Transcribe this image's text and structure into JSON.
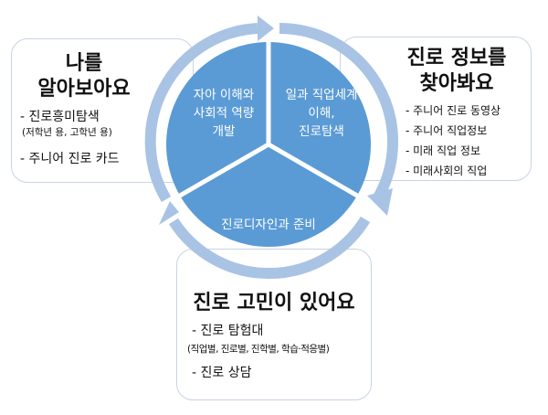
{
  "colors": {
    "disc": "#5b9bd5",
    "ring": "#a9c3e4",
    "box_border": "#c9d3e2"
  },
  "cycle": {
    "segments": [
      {
        "lines": [
          "자아 이해와",
          "사회적 역량",
          "개발"
        ]
      },
      {
        "lines": [
          "일과 직업세계",
          "이해,",
          "진로탐색"
        ]
      },
      {
        "lines": [
          "진로디자인과 준비"
        ]
      }
    ]
  },
  "left_box": {
    "title_lines": [
      "나를",
      "알아보아요"
    ],
    "items": [
      "-   진로흥미탐색",
      "(저학년 용, 고학년 용)",
      "-   주니어 진로 카드"
    ]
  },
  "right_box": {
    "title_lines": [
      "진로 정보를",
      "찾아봐요"
    ],
    "items": [
      "- 주니어 진로 동영상",
      "- 주니어 직업정보",
      "- 미래 직업 정보",
      "- 미래사회의 직업"
    ]
  },
  "bottom_box": {
    "title": "진로 고민이 있어요",
    "items": [
      "- 진로 탐험대",
      "(직업별, 진로별, 진학별, 학습·적응별)",
      "- 진로 상담"
    ]
  }
}
